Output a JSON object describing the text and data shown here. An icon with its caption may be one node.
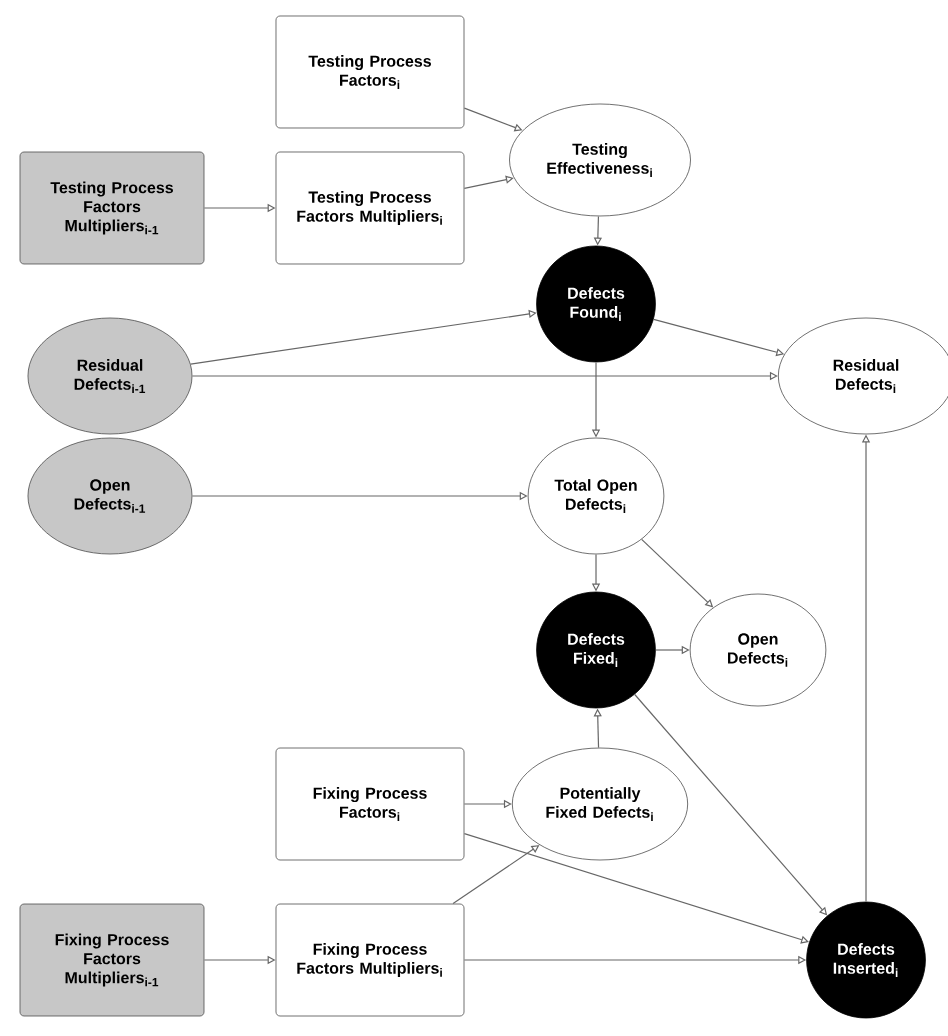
{
  "diagram": {
    "nodes": [
      {
        "text": [
          "Testing Process Factors$_{i}$"
        ]
      },
      {
        "text": [
          "Testing Process Factors Multipliers$_{i-1}$"
        ]
      },
      {
        "text": [
          "Testing Process Factors Multipliers$_{i}$"
        ]
      },
      {
        "text": [
          "Testing Effectiveness$_{i}$"
        ]
      },
      {
        "text": [
          "Defects Found$_{i}$"
        ]
      },
      {
        "text": [
          "Residual Defects$_{i-1}$"
        ]
      },
      {
        "text": [
          "Residual Defects$_{i}$"
        ]
      },
      {
        "text": [
          "Open Defects$_{i-1}$"
        ]
      },
      {
        "text": [
          "Total Open Defects$_{i}$"
        ]
      },
      {
        "text": [
          "Defects Fixed$_{i}$"
        ]
      },
      {
        "text": [
          "Open Defects$_{i}$"
        ]
      },
      {
        "text": [
          "Fixing Process Factors$_{i}$"
        ]
      },
      {
        "text": [
          "Potentially Fixed Defects$_{i}$"
        ]
      },
      {
        "text": [
          "Fixing Process Factors Multipliers$_{i-1}$"
        ]
      },
      {
        "text": [
          "Fixing Process Factors Multipliers$_{i}$"
        ]
      },
      {
        "text": [
          "Defects Inserted$_{i}$"
        ]
      }
    ],
    "edges": [
      {
        "from": 0,
        "to": 3,
        "arrow": "to"
      },
      {
        "from": 2,
        "to": 3,
        "arrow": "to"
      },
      {
        "from": 1,
        "to": 2,
        "arrow": "to"
      },
      {
        "from": 3,
        "to": 4,
        "arrow": "to"
      },
      {
        "from": 5,
        "to": 4,
        "arrow": "to"
      },
      {
        "from": 4,
        "to": 6,
        "arrow": "to"
      },
      {
        "from": 5,
        "to": 6,
        "arrow": "to"
      },
      {
        "from": 4,
        "to": 8,
        "arrow": "to"
      },
      {
        "from": 7,
        "to": 8,
        "arrow": "to"
      },
      {
        "from": 8,
        "to": 9,
        "arrow": "to"
      },
      {
        "from": 8,
        "to": 10,
        "arrow": "to"
      },
      {
        "from": 9,
        "to": 10,
        "arrow": "to"
      },
      {
        "from": 12,
        "to": 9,
        "arrow": "to"
      },
      {
        "from": 11,
        "to": 12,
        "arrow": "to"
      },
      {
        "from": 14,
        "to": 12,
        "arrow": "to"
      },
      {
        "from": 11,
        "to": 15,
        "arrow": "to"
      },
      {
        "from": 9,
        "to": 15,
        "arrow": "to"
      },
      {
        "from": 14,
        "to": 15,
        "arrow": "to"
      },
      {
        "from": 13,
        "to": 14,
        "arrow": "to"
      },
      {
        "from": 15,
        "to": 6,
        "arrow": "to"
      }
    ]
  }
}
